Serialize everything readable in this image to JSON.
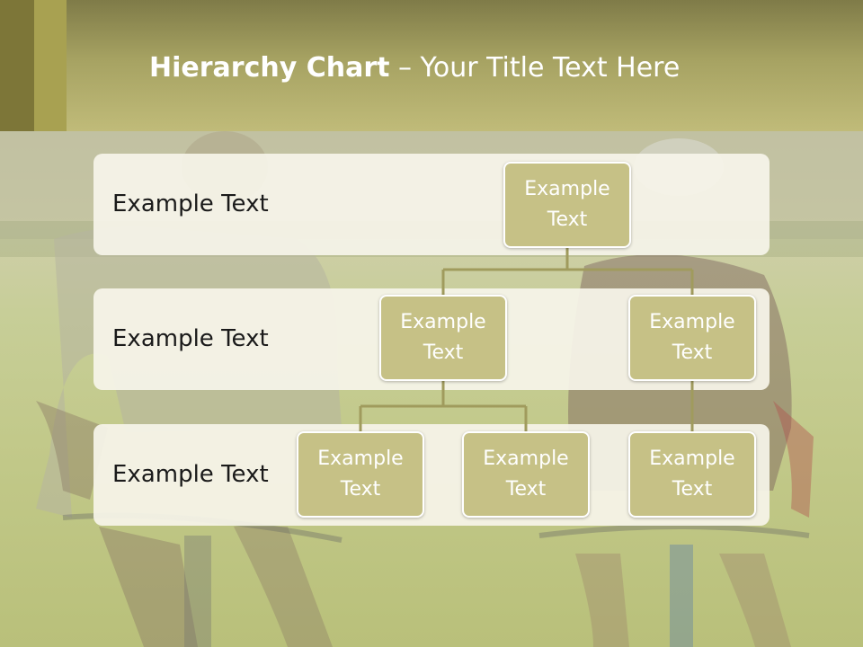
{
  "slide": {
    "title_bold": "Hierarchy Chart",
    "title_dash": " – ",
    "title_rest": "Your Title Text Here"
  },
  "bands": [
    {
      "label": "Example Text"
    },
    {
      "label": "Example Text"
    },
    {
      "label": "Example Text"
    }
  ],
  "nodes": {
    "root": "Example Text",
    "level2_left": "Example Text",
    "level2_right": "Example Text",
    "level3_a": "Example Text",
    "level3_b": "Example Text",
    "level3_c": "Example Text"
  },
  "colors": {
    "header": "#a6a262",
    "node_fill": "#c6c186",
    "band_fill": "#f6f4e9",
    "connector": "#a09b5d"
  }
}
